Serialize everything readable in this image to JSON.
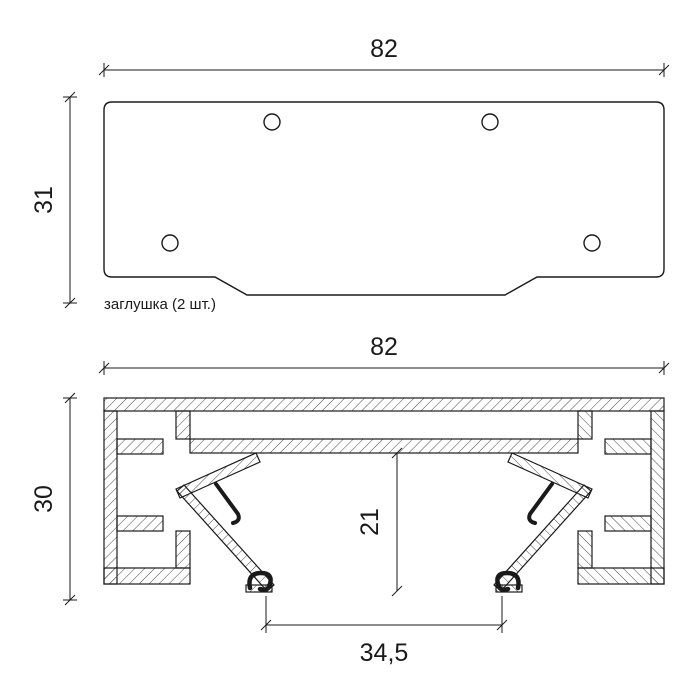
{
  "drawing": {
    "top_view": {
      "width_dim": "82",
      "height_dim": "31",
      "caption": "заглушка (2 шт.)"
    },
    "section_view": {
      "width_dim": "82",
      "height_dim": "30",
      "inner_depth_dim": "21",
      "opening_width_dim": "34,5"
    }
  },
  "colors": {
    "line": "#1a1a1a",
    "background": "#ffffff"
  }
}
